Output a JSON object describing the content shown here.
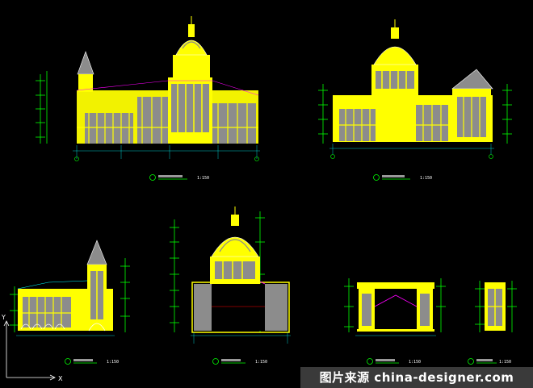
{
  "app": {
    "type": "CAD model space (black background)"
  },
  "colors": {
    "background": "#000000",
    "yellow": "#ffff00",
    "green": "#00ff00",
    "cyan": "#00ffff",
    "red": "#ff0000",
    "magenta": "#ff00ff",
    "gray": "#8c8c8c",
    "white": "#ffffff"
  },
  "drawings": [
    {
      "id": "elevation-1",
      "scale": "1:150"
    },
    {
      "id": "elevation-2",
      "scale": "1:150"
    },
    {
      "id": "elevation-3",
      "scale": "1:150"
    },
    {
      "id": "section-1",
      "scale": "1:150"
    },
    {
      "id": "section-2",
      "scale": "1:150"
    },
    {
      "id": "section-3",
      "scale": "1:150"
    }
  ],
  "ucs_icon": {
    "x_label": "X",
    "y_label": "Y"
  },
  "watermark": {
    "text": "图片来源 china-designer.com"
  }
}
